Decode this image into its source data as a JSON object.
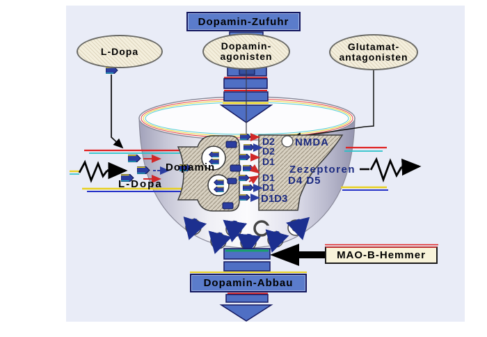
{
  "diagram": {
    "top_box": "Dopamin-Zufuhr",
    "bottom_box": "Dopamin-Abbau",
    "mao_box": "MAO-B-Hemmer",
    "bubbles": {
      "l_dopa": "L-Dopa",
      "dopamin_agonisten": [
        "Dopamin-",
        "agonisten"
      ],
      "glutamat_antagonisten": [
        "Glutamat-",
        "antagonisten"
      ]
    },
    "synapse": {
      "dopamin_label": "Dopamin",
      "l_dopa_label": "L-Dopa",
      "receptor_labels": [
        "D2",
        "D2",
        "D1",
        "D1",
        "D1",
        "D1D3"
      ],
      "nmda_label": "NMDA",
      "rezeptoren_label": "Zezeptoren",
      "d4d5_label": "D4 D5"
    },
    "colors": {
      "box_blue": "#5b7ccb",
      "navy_border": "#13175e",
      "cream": "#f8f3da",
      "text_navy": "#1b2a80",
      "background_blue": "#e9ecf7",
      "molecule_navy": "#2b3da0",
      "fringe_red": "#e02020",
      "fringe_yellow": "#e8d020",
      "fringe_cyan": "#25c0c8",
      "fringe_blue": "#2531c8"
    }
  }
}
